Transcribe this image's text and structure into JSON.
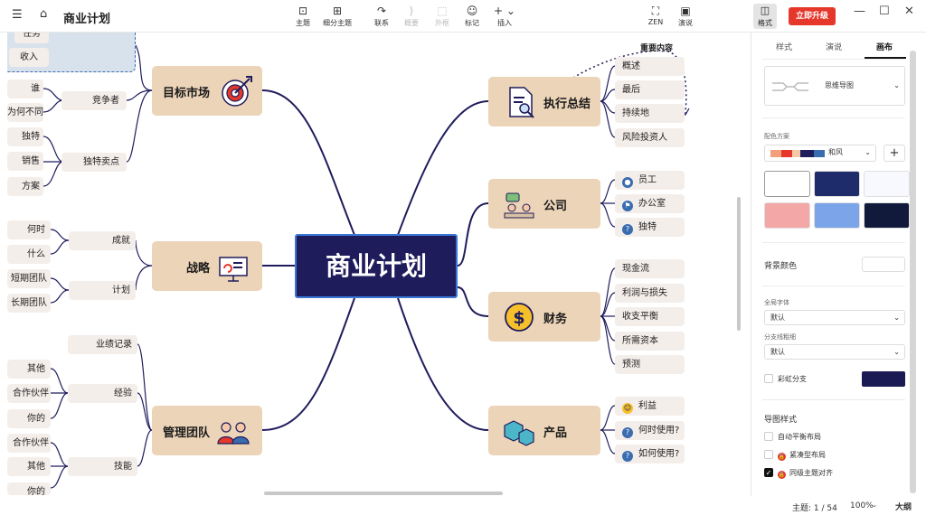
{
  "app": {
    "title": "商业计划",
    "upgrade": "立即升级"
  },
  "toolbar": [
    {
      "label": "主题",
      "icon": "⊡",
      "name": "topic-tool",
      "enabled": true
    },
    {
      "label": "细分主题",
      "icon": "⊞",
      "name": "subtopic-tool",
      "enabled": true
    },
    {
      "label": "联系",
      "icon": "↷",
      "name": "relationship-tool",
      "enabled": true
    },
    {
      "label": "概要",
      "icon": "⟩",
      "name": "summary-tool",
      "enabled": false
    },
    {
      "label": "外框",
      "icon": "⬚",
      "name": "boundary-tool",
      "enabled": false
    },
    {
      "label": "标记",
      "icon": "☺",
      "name": "marker-tool",
      "enabled": true
    },
    {
      "label": "插入",
      "icon": "+ ⌄",
      "name": "insert-tool",
      "enabled": true
    },
    {
      "label": "ZEN",
      "icon": "⛶",
      "name": "zen-tool",
      "enabled": true
    },
    {
      "label": "演说",
      "icon": "▣",
      "name": "pitch-tool",
      "enabled": true
    }
  ],
  "format_button": "格式",
  "map": {
    "root": "商业计划",
    "left": [
      {
        "title": "目标市场",
        "icon": "target",
        "groups": [
          {
            "label": "竞争者",
            "items": [
              "谁",
              "为何不同"
            ]
          },
          {
            "label": "独特卖点",
            "items": [
              "独特",
              "销售",
              "方案"
            ]
          }
        ],
        "top_items": [
          "任务",
          "收入"
        ]
      },
      {
        "title": "战略",
        "icon": "presentation",
        "groups": [
          {
            "label": "成就",
            "items": [
              "何时",
              "什么"
            ]
          },
          {
            "label": "计划",
            "items": [
              "短期团队",
              "长期团队"
            ]
          }
        ]
      },
      {
        "title": "管理团队",
        "icon": "team",
        "groups": [
          {
            "label": "业绩记录",
            "items": []
          },
          {
            "label": "经验",
            "items": [
              "其他",
              "合作伙伴",
              "你的"
            ]
          },
          {
            "label": "技能",
            "items": [
              "合作伙伴",
              "其他",
              "你的"
            ]
          }
        ]
      }
    ],
    "right": [
      {
        "title": "执行总结",
        "icon": "document",
        "items": [
          "概述",
          "最后",
          "持续地",
          "风险投资人"
        ],
        "note": "重要内容"
      },
      {
        "title": "公司",
        "icon": "meeting",
        "items": [
          "员工",
          "办公室",
          "独特"
        ],
        "item_icons": [
          "user",
          "flag",
          "question"
        ]
      },
      {
        "title": "财务",
        "icon": "dollar",
        "items": [
          "现金流",
          "利润与损失",
          "收支平衡",
          "所需资本",
          "预测"
        ]
      },
      {
        "title": "产品",
        "icon": "boxes",
        "items": [
          "利益",
          "何时使用?",
          "如何使用?"
        ],
        "item_icons": [
          "smile",
          "question",
          "question"
        ]
      }
    ]
  },
  "panel": {
    "tabs": [
      "样式",
      "演说",
      "画布"
    ],
    "active_tab": "画布",
    "structure": "思维导图",
    "color_scheme_label": "配色方案",
    "color_scheme": "和风",
    "background_label": "背景颜色",
    "global_font_label": "全局字体",
    "global_font": "默认",
    "branch_width_label": "分支线粗细",
    "branch_width": "默认",
    "rainbow_label": "彩虹分支",
    "map_style_label": "导图样式",
    "options": [
      {
        "label": "自动平衡布局",
        "checked": false,
        "locked": false
      },
      {
        "label": "紧凑型布局",
        "checked": false,
        "locked": true
      },
      {
        "label": "同级主题对齐",
        "checked": true,
        "locked": true
      }
    ]
  },
  "status": {
    "topics": "主题: 1 / 54",
    "zoom": "100%",
    "outline": "大纲"
  },
  "colors": {
    "root": "#1f1c5c",
    "main": "#ecd4b8",
    "sub": "#f4eeea",
    "line": "#1f1c5c",
    "accent": "#e5372a"
  }
}
